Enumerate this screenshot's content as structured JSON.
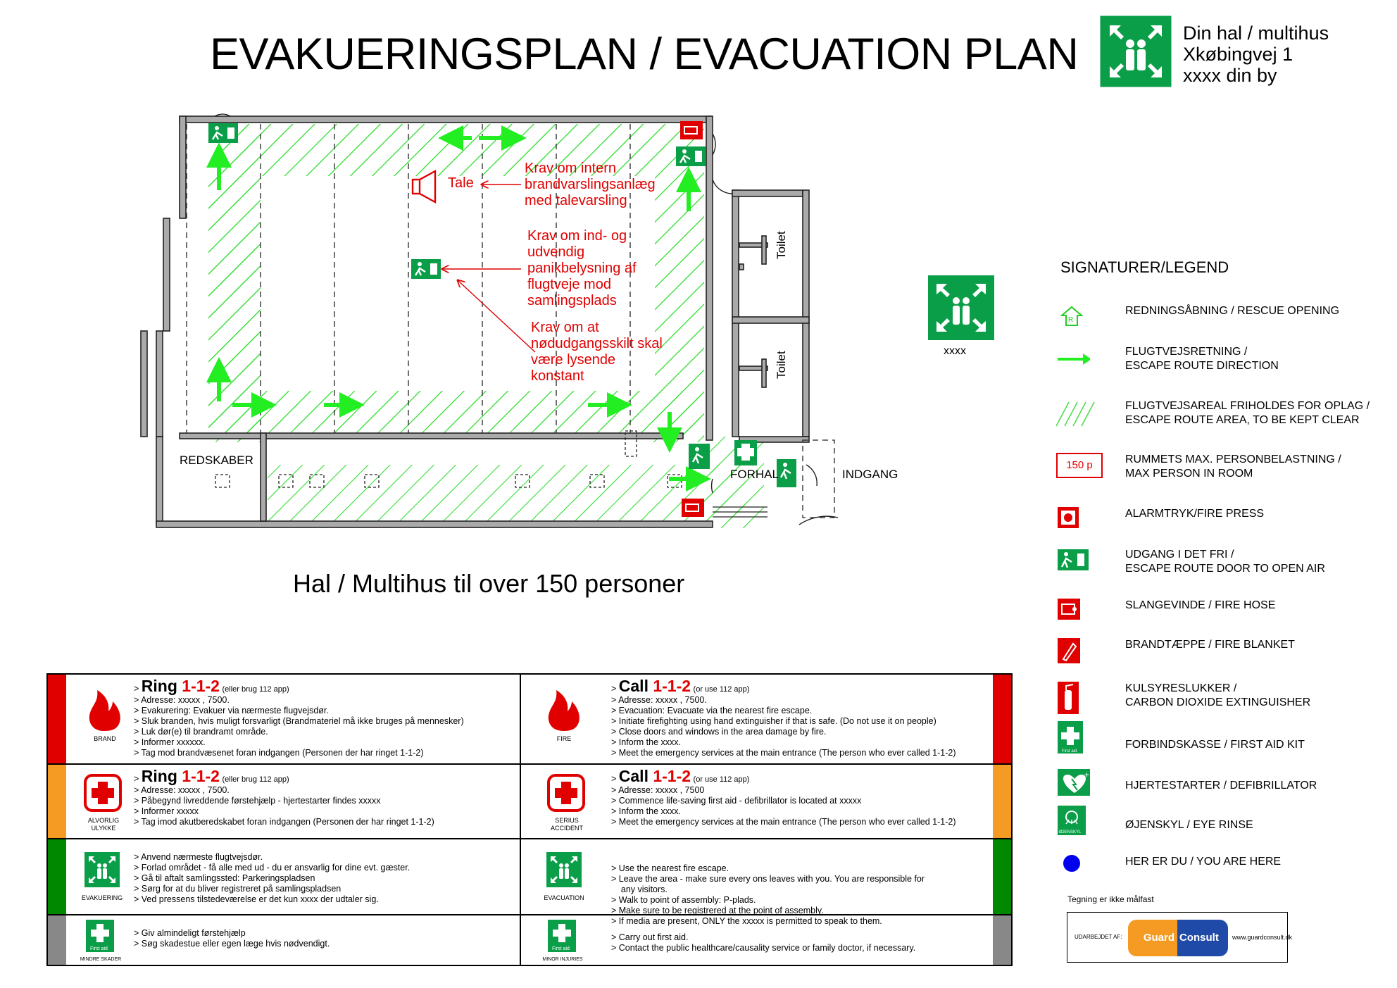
{
  "header": {
    "title": "EVAKUERINGSPLAN / EVACUATION PLAN",
    "address_lines": [
      "Din hal / multihus",
      "Xkøbingvej 1",
      "xxxx din by"
    ],
    "assembly_icon": "assembly-point-icon"
  },
  "plan": {
    "annotations": {
      "tale": "Tale",
      "note1": "Krav om intern\nbrandvarslingsanlæg\nmed talevarsling",
      "note2": "Krav om ind- og\nudvendig\npanikbelysning af\nflugtveje mod\nsamlingsplads",
      "note3": "Krav om at\nnødudgangsskilt skal\nvære lysende\nkonstant"
    },
    "rooms": {
      "toilet1": "Toilet",
      "toilet2": "Toilet",
      "redskaber": "REDSKABER",
      "forhal": "FORHAL",
      "indgang": "INDGANG"
    },
    "assembly_point_label": "xxxx"
  },
  "subtitle": "Hal / Multihus til over 150 personer",
  "legend": {
    "title": "SIGNATURER/LEGEND",
    "items": [
      {
        "icon": "rescue-opening-icon",
        "text": "REDNINGSÅBNING / RESCUE OPENING"
      },
      {
        "icon": "arrow-icon",
        "text": "FLUGTVEJSRETNING /\nESCAPE ROUTE DIRECTION"
      },
      {
        "icon": "hatch-icon",
        "text": "FLUGTVEJSAREAL FRIHOLDES FOR OPLAG /\nESCAPE ROUTE AREA, TO BE KEPT CLEAR"
      },
      {
        "icon": "max-person-icon",
        "text": "RUMMETS MAX. PERSONBELASTNING /\nMAX PERSON IN ROOM",
        "badge": "150 p"
      },
      {
        "icon": "fire-alarm-icon",
        "text": "ALARMTRYK/FIRE PRESS"
      },
      {
        "icon": "exit-door-icon",
        "text": "UDGANG I DET FRI /\nESCAPE ROUTE DOOR TO OPEN AIR"
      },
      {
        "icon": "fire-hose-icon",
        "text": "SLANGEVINDE / FIRE HOSE"
      },
      {
        "icon": "fire-blanket-icon",
        "text": "BRANDTÆPPE / FIRE BLANKET"
      },
      {
        "icon": "extinguisher-icon",
        "text": "KULSYRESLUKKER /\nCARBON DIOXIDE EXTINGUISHER"
      },
      {
        "icon": "first-aid-icon",
        "text": "FORBINDSKASSE / FIRST AID KIT"
      },
      {
        "icon": "defibrillator-icon",
        "text": "HJERTESTARTER / DEFIBRILLATOR"
      },
      {
        "icon": "eye-rinse-icon",
        "text": "ØJENSKYL / EYE RINSE"
      },
      {
        "icon": "you-are-here-icon",
        "text": "HER ER DU / YOU ARE HERE"
      }
    ],
    "first_aid_small": "First aid",
    "eye_rinse_small": "ØJENSKYL"
  },
  "info": {
    "rows": [
      {
        "color": "#e00000",
        "left": {
          "icon_label": "BRAND",
          "head_a": "Ring ",
          "head_b": "1-1-2",
          "head_c": "(eller brug 112 app)",
          "lines": [
            "> Adresse: xxxxx , 7500.",
            "> Evakurering: Evakuer via nærmeste flugvejsdør.",
            "> Sluk branden, hvis muligt forsvarligt (Brandmateriel må ikke bruges på mennesker)",
            "> Luk dør(e) til brandramt område.",
            "> Informer xxxxxx.",
            "> Tag mod brandvæsenet foran indgangen (Personen der har ringet 1-1-2)"
          ]
        },
        "right": {
          "icon_label": "FIRE",
          "head_a": "Call ",
          "head_b": "1-1-2",
          "head_c": "(or use 112 app)",
          "lines": [
            "> Adresse: xxxxx , 7500.",
            "> Evacuation: Evacuate via the nearest fire escape.",
            "> Initiate firefighting using hand extinguisher if that is safe. (Do not use it on people)",
            "> Close doors and windows in the area damage by fire.",
            "> Inform the xxxx.",
            "> Meet the emergency services at the main entrance (The person who ever called 1-1-2)"
          ]
        }
      },
      {
        "color": "#ff9900",
        "left": {
          "icon_label": "ALVORLIG\nULYKKE",
          "head_a": "Ring ",
          "head_b": "1-1-2",
          "head_c": "(eller brug 112 app)",
          "lines": [
            "> Adresse: xxxxx , 7500.",
            "> Påbegynd livreddende førstehjælp - hjertestarter findes xxxxx",
            "> Informer xxxxx",
            "> Tag imod akutberedskabet foran indgangen (Personen der har ringet 1-1-2)"
          ]
        },
        "right": {
          "icon_label": "SERIUS\nACCIDENT",
          "head_a": "Call ",
          "head_b": "1-1-2",
          "head_c": "(or use 112 app)",
          "lines": [
            "> Adresse: xxxxx , 7500",
            "> Commence life-saving first aid - defibrillator is located at xxxxx",
            "> Inform the xxxx.",
            "> Meet the emergency services at the main entrance (The person who ever called 1-1-2)"
          ]
        }
      },
      {
        "color": "#008800",
        "left": {
          "icon_label": "EVAKUERING",
          "lines": [
            "> Anvend nærmeste flugtvejsdør.",
            "> Forlad området - få alle med ud - du er ansvarlig for dine evt. gæster.",
            "> Gå til aftalt samlingssted: Parkeringspladsen",
            "> Sørg for at du bliver registreret på samlingspladsen",
            "> Ved pressens tilstedeværelse er det kun xxxx der udtaler sig."
          ]
        },
        "right": {
          "icon_label": "EVACUATION",
          "lines": [
            "> Use the nearest fire escape.",
            "> Leave the area - make sure every ons leaves with you. You are responsible for",
            "    any visitors.",
            "> Walk to point of assembly: P-plads.",
            "> Make sure to be registrered at the point of assembly.",
            "> If media are present, ONLY the xxxxx is permitted to speak to them."
          ]
        }
      },
      {
        "color": "#888888",
        "left": {
          "icon_label": "MINDRE SKADER",
          "lines": [
            "> Giv almindeligt førstehjælp",
            "> Søg skadestue eller egen læge hvis nødvendigt."
          ]
        },
        "right": {
          "icon_label": "MINOR INJURIES",
          "lines": [
            "> Carry out first aid.",
            "> Contact the public healthcare/causality service or family doctor, if necessary."
          ]
        }
      }
    ],
    "first_aid_caption": "First aid"
  },
  "footer": {
    "note": "Tegning er ikke målfast",
    "made_by": "UDARBEJDET AF:",
    "logo_a": "Guard",
    "logo_b": "Consult",
    "website": "www.guardconsult.dk"
  },
  "colors": {
    "green": "#00b050",
    "sign_green": "#0a9e48",
    "red": "#e00000",
    "orange": "#f59a23",
    "blue": "#1f4aa8"
  }
}
